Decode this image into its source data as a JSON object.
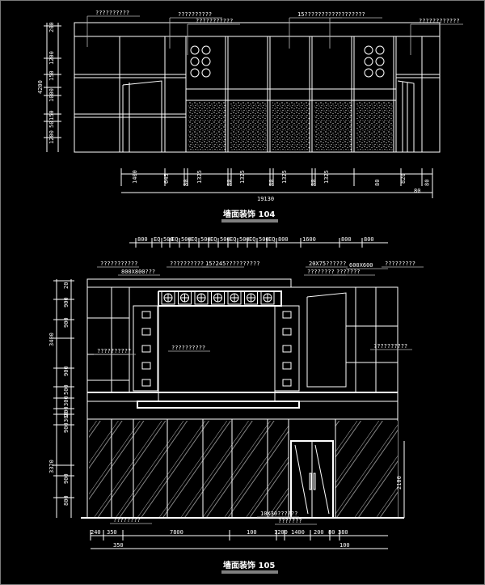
{
  "titles": {
    "upper": "墙面装饰 104",
    "lower": "墙面装饰 105"
  },
  "upper": {
    "left_dims": [
      "200",
      "1200",
      "150",
      "4200",
      "1000",
      "150",
      "50",
      "1200"
    ],
    "bottom_dims": [
      "1400",
      "645",
      "80",
      "1325",
      "80",
      "1325",
      "80",
      "1325",
      "80",
      "1325",
      "80",
      "820",
      "80"
    ],
    "total": "19130",
    "end_dim": "80",
    "callouts": [
      "??????????",
      "??????????",
      "???????????",
      "15??????????",
      "????????",
      "????????????"
    ]
  },
  "lower": {
    "top_dims": [
      "800",
      "EQ",
      "500",
      "EQ",
      "500",
      "EQ",
      "500",
      "EQ",
      "500",
      "EQ",
      "500",
      "EQ",
      "500",
      "EQ",
      "800",
      "1600",
      "800",
      "800"
    ],
    "left_dims": [
      "20",
      "900",
      "3400",
      "900",
      "900",
      "500",
      "300",
      "200",
      "300",
      "900",
      "3320",
      "900",
      "800"
    ],
    "right_dim": "2100",
    "bottom_dims": [
      "240",
      "350",
      "7800",
      "100",
      "1200",
      "1400",
      "200",
      "80",
      "380"
    ],
    "bottom_sub": [
      "350",
      "100"
    ],
    "callouts": [
      "???????????",
      "800X800???",
      "??????????",
      "15?245??????????",
      "20X75??????",
      "600X600",
      "?????????",
      "????????",
      "???????",
      "??????????",
      "??????????",
      "??????????",
      "????????",
      "10X30??????",
      "???????"
    ]
  },
  "colors": {
    "background": "#000000",
    "lines": "#ffffff"
  }
}
